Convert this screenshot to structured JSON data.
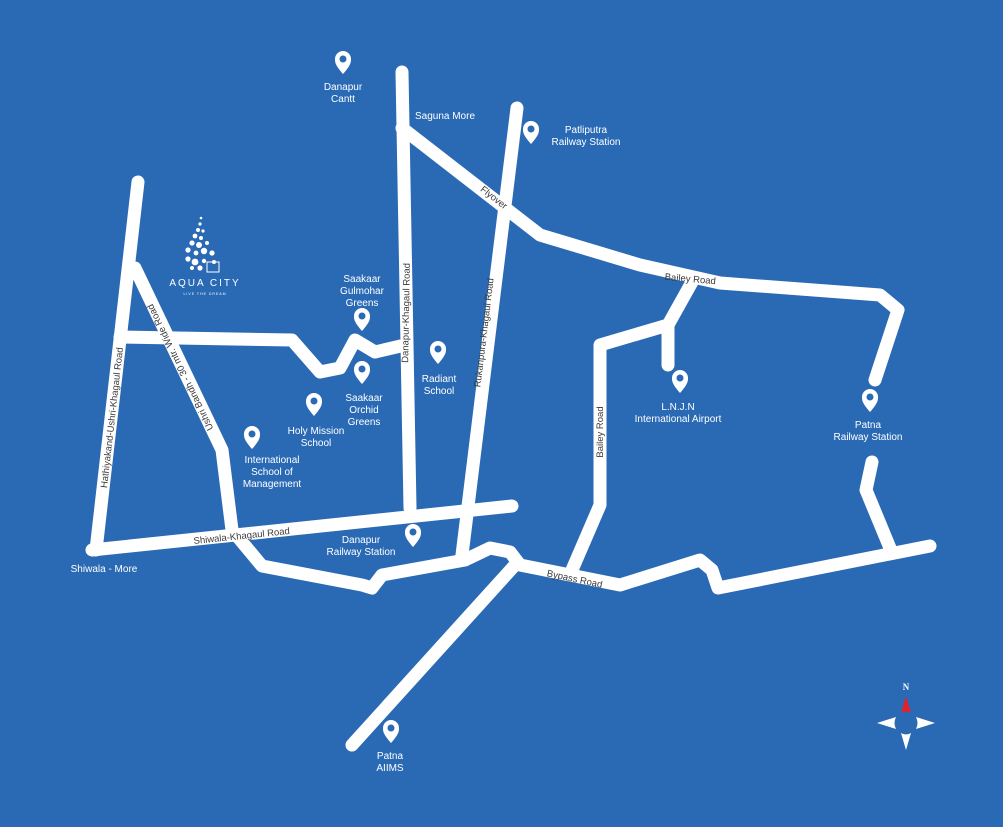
{
  "logo": {
    "name": "AQUA CITY",
    "tagline": "LIVE THE DREAM"
  },
  "roads": {
    "hathiyakand": "Hathiyakand-Ushri-Khagaul Road",
    "ushri_bandh": "Ushri Bandh - 30 mtr. Wide Road",
    "shiwala_khagaul": "Shiwala-Khagaul Road",
    "danapur_khagaul": "Danapur-Khagaul Road",
    "rukanpura_khagaul": "Rukanpura-Khagaul Road",
    "flyover": "Flyover",
    "bailey_road": "Bailey Road",
    "bailey_road_vertical": "Bailey Road",
    "bypass_road": "Bypass Road"
  },
  "places": {
    "danapur_cantt": [
      "Danapur",
      "Cantt"
    ],
    "saguna_more": "Saguna More",
    "patliputra": [
      "Patliputra",
      "Railway Station"
    ],
    "gulmohar": [
      "Saakaar",
      "Gulmohar",
      "Greens"
    ],
    "orchid": [
      "Saakaar",
      "Orchid",
      "Greens"
    ],
    "radiant": [
      "Radiant",
      "School"
    ],
    "holy_mission": [
      "Holy Mission",
      "School"
    ],
    "ism": [
      "International",
      "School of",
      "Management"
    ],
    "danapur_station": [
      "Danapur",
      "Railway Station"
    ],
    "shiwala_more": "Shiwala - More",
    "airport": [
      "L.N.J.N",
      "International Airport"
    ],
    "patna_station": [
      "Patna",
      "Railway Station"
    ],
    "aiims": [
      "Patna",
      "AIIMS"
    ]
  },
  "compass": {
    "north": "N"
  },
  "colors": {
    "background": "#2a6ab5",
    "road": "#ffffff",
    "north": "#e0222a"
  }
}
